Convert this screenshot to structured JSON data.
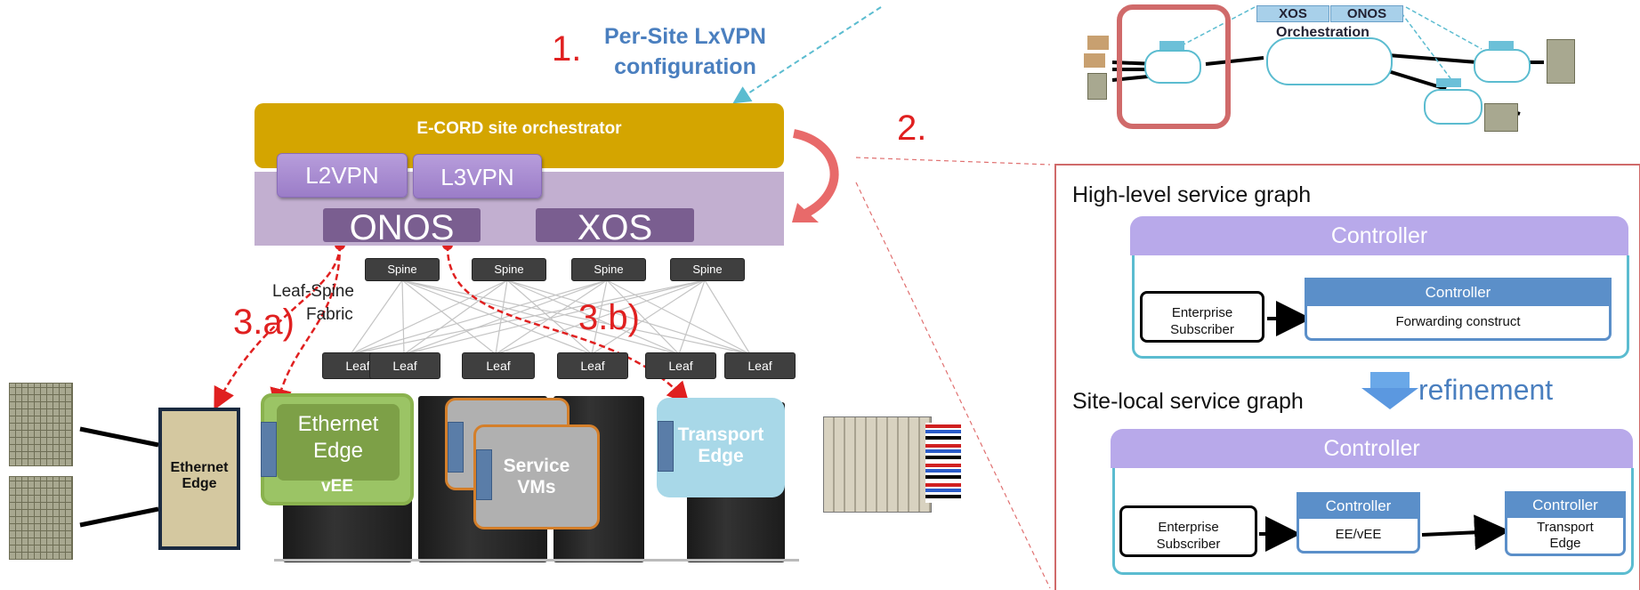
{
  "steps": {
    "step1": "1.",
    "step1_text_line1": "Per-Site LxVPN",
    "step1_text_line2": "configuration",
    "step2": "2.",
    "step3a": "3.a)",
    "step3b": "3.b)"
  },
  "orchestrator": {
    "label": "E-CORD site orchestrator",
    "l2vpn": "L2VPN",
    "l3vpn": "L3VPN",
    "onos": "ONOS",
    "xos": "XOS"
  },
  "fabric": {
    "label_line1": "Leaf-Spine",
    "label_line2": "Fabric",
    "spines": [
      "Spine",
      "Spine",
      "Spine",
      "Spine"
    ],
    "leaves": [
      "Leaf",
      "Leaf",
      "Leaf",
      "Leaf",
      "Leaf",
      "Leaf"
    ]
  },
  "edges": {
    "ethernet_edge_line1": "Ethernet",
    "ethernet_edge_line2": "Edge",
    "vee_line1": "Ethernet",
    "vee_line2": "Edge",
    "vee_tag": "vEE",
    "service_vms_line1": "Service",
    "service_vms_line2": "VMs",
    "transport_line1": "Transport",
    "transport_line2": "Edge"
  },
  "top_right": {
    "xos": "XOS",
    "onos": "ONOS",
    "orchestration": "Orchestration"
  },
  "service_graphs": {
    "high_level_title": "High-level service graph",
    "high_controller": "Controller",
    "high_enterprise_line1": "Enterprise",
    "high_enterprise_line2": "Subscriber",
    "high_inner_controller": "Controller",
    "high_inner_text": "Forwarding construct",
    "refinement": "refinement",
    "site_local_title": "Site-local service graph",
    "site_controller": "Controller",
    "site_enterprise_line1": "Enterprise",
    "site_enterprise_line2": "Subscriber",
    "site_ee_controller": "Controller",
    "site_ee_text": "EE/vEE",
    "site_te_controller": "Controller",
    "site_te_line1": "Transport",
    "site_te_line2": "Edge"
  },
  "colors": {
    "step_red": "#e02020",
    "orchestrator_gold": "#d4a500",
    "controller_lavender": "#b8a9ea",
    "panel_cyan": "#5bbcd0",
    "inner_blue": "#5b8fc9"
  }
}
